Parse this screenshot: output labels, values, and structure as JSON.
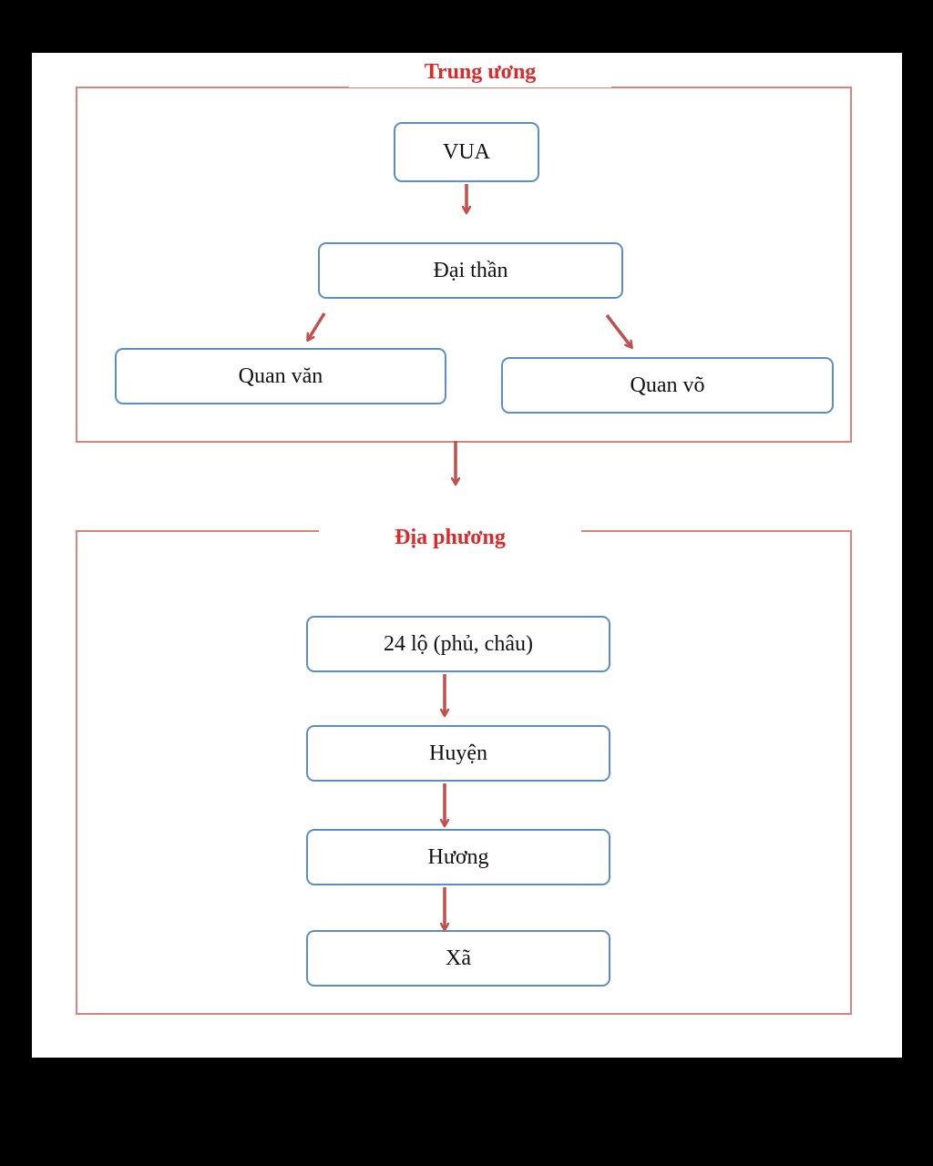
{
  "diagram": {
    "central": {
      "label": "Trung ương",
      "nodes": {
        "king": "VUA",
        "great_minister": "Đại thần",
        "civil_officials": "Quan văn",
        "military_officials": "Quan võ"
      }
    },
    "local": {
      "label": "Địa phương",
      "nodes": {
        "routes": "24 lộ (phủ, châu)",
        "district": "Huyện",
        "township": "Hương",
        "commune": "Xã"
      }
    },
    "colors": {
      "frame": "#d9847a",
      "frame_label": "#d92b2b",
      "node_border": "#5b8ec4",
      "arrow": "#c0504d"
    }
  }
}
